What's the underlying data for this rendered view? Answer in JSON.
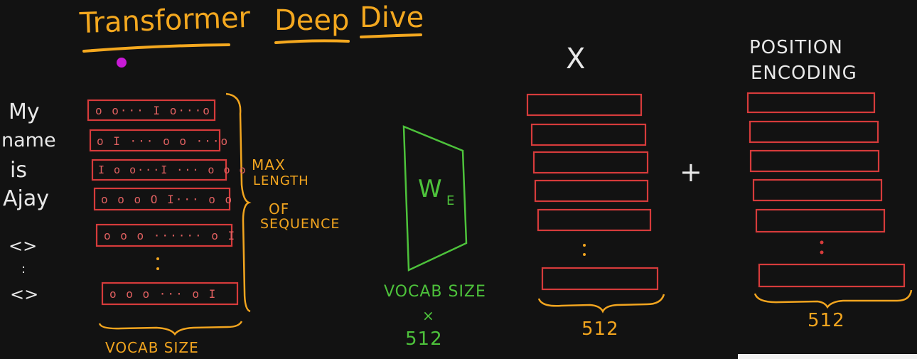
{
  "title": {
    "word1": "Transformer",
    "word2": "Deep",
    "word3": "Dive"
  },
  "tokens": [
    "My",
    "name",
    "is",
    "Ajay",
    "<>",
    ":",
    "<>"
  ],
  "one_hot_rows": [
    "o o··· I o···o",
    "o I ··· o o ···o",
    "I o o···I ··· o o o",
    "o o o O I··· o o",
    "o o o ······ o I",
    "o o o ··· o I"
  ],
  "labels": {
    "vocab_size": "VOCAB SIZE",
    "max_length": [
      "MAX",
      "LENGTH",
      "OF",
      "SEQUENCE"
    ],
    "weight": "W",
    "weight_sub": "E",
    "vocab_size_x": "VOCAB SIZE",
    "times_sign": "×",
    "dim_512": "512",
    "multiply": "X",
    "plus": "+",
    "position_encoding": [
      "POSITION",
      "ENCODING"
    ],
    "dim_512_a": "512",
    "dim_512_b": "512"
  },
  "colors": {
    "background": "#121212",
    "title": "#f4a81f",
    "orange": "#f2a51f",
    "red": "#d63b3b",
    "green": "#4dc23b",
    "white": "#e8e8e8",
    "magenta": "#c81ad6"
  }
}
